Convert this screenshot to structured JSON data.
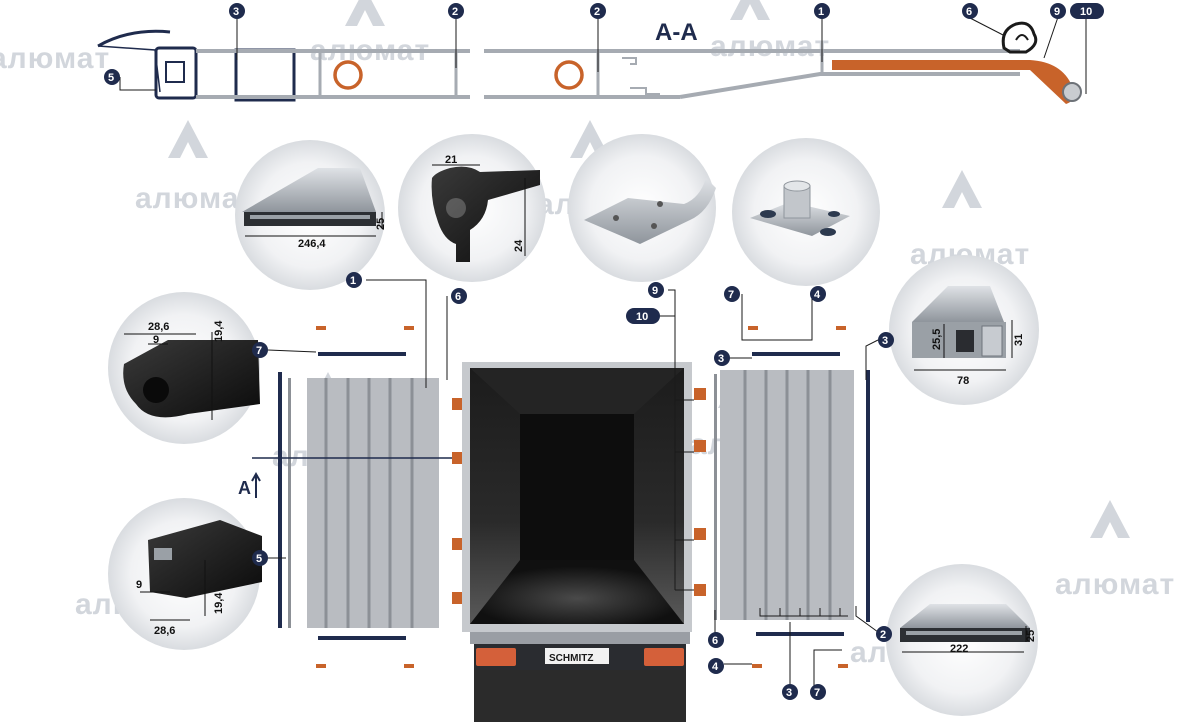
{
  "section_label": "A-A",
  "section_marks": [
    "A",
    "A"
  ],
  "watermark": "алюмат",
  "trailer_plate": "SCHMITZ",
  "callouts": {
    "top_3": "3",
    "top_2a": "2",
    "top_2b": "2",
    "top_1": "1",
    "top_6": "6",
    "top_9": "9",
    "top_10": "10",
    "top_5": "5",
    "c1": "1",
    "c6": "6",
    "c9": "9",
    "c10": "10",
    "c7a": "7",
    "c4a": "4",
    "c3a": "3",
    "c3b": "3",
    "c7b": "7",
    "c5": "5",
    "c6b": "6",
    "c4b": "4",
    "c3c": "3",
    "c7c": "7",
    "c2": "2"
  },
  "dimensions": {
    "p1_width": "246,4",
    "p1_height": "25",
    "seal_width": "21",
    "seal_height": "24",
    "p7_width": "28,6",
    "p7_inner": "9",
    "p7_height": "19,4",
    "p5_width": "28,6",
    "p5_inner": "9",
    "p5_height": "19,4",
    "p3_width": "78",
    "p3_h1": "25,5",
    "p3_h2": "31",
    "p2_width": "222",
    "p2_height": "25"
  },
  "colors": {
    "navy": "#1f2b4d",
    "copper": "#c8632a",
    "panel": "#b9bcc1",
    "panel_line": "#8c9096",
    "watermark": "#d2d6dc"
  }
}
